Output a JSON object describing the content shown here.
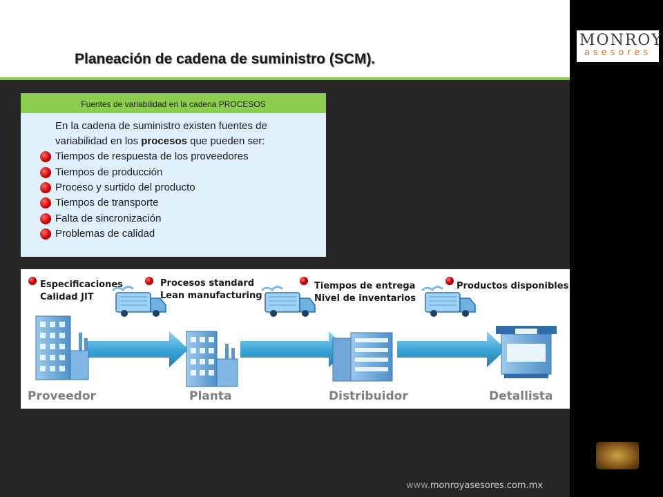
{
  "title": "Planeación de cadena de suministro (SCM).",
  "logo": {
    "top": "MONROY",
    "bottom": "asesores"
  },
  "panel": {
    "header": "Fuentes de variabilidad en la cadena PROCESOS",
    "intro_line1": "En la cadena de suministro existen fuentes de",
    "intro_pre": "variabilidad en los ",
    "intro_bold": "procesos",
    "intro_post": " que pueden ser:",
    "bullets": [
      "Tiempos de respuesta de los proveedores",
      "Tiempos de producción",
      "Proceso y surtido del producto",
      "Tiempos de transporte",
      "Falta de sincronización",
      "Problemas de calidad"
    ]
  },
  "flow": {
    "labels": [
      {
        "line1": "Especificaciones",
        "line2": "Calidad JIT"
      },
      {
        "line1": "Procesos standard",
        "line2": "Lean manufacturing"
      },
      {
        "line1": "Tiempos de entrega",
        "line2": "Nivel de inventarios"
      },
      {
        "line1": "Productos disponibles",
        "line2": ""
      }
    ],
    "stages": [
      "Proveedor",
      "Planta",
      "Distribuidor",
      "Detallista"
    ]
  },
  "footer": {
    "url_prefix": "www.",
    "url_main": "monroyasesores.com.mx"
  },
  "colors": {
    "accent_green": "#8ccd50",
    "panel_bg": "#dff0fb",
    "bullet_red": "#cc0000",
    "background": "#262626",
    "arrow_blue": "#3fa7d6",
    "building_blue": "#5b9bd5"
  },
  "icons": [
    "compass-icon",
    "truck-icon",
    "factory-icon",
    "warehouse-icon",
    "store-icon"
  ]
}
